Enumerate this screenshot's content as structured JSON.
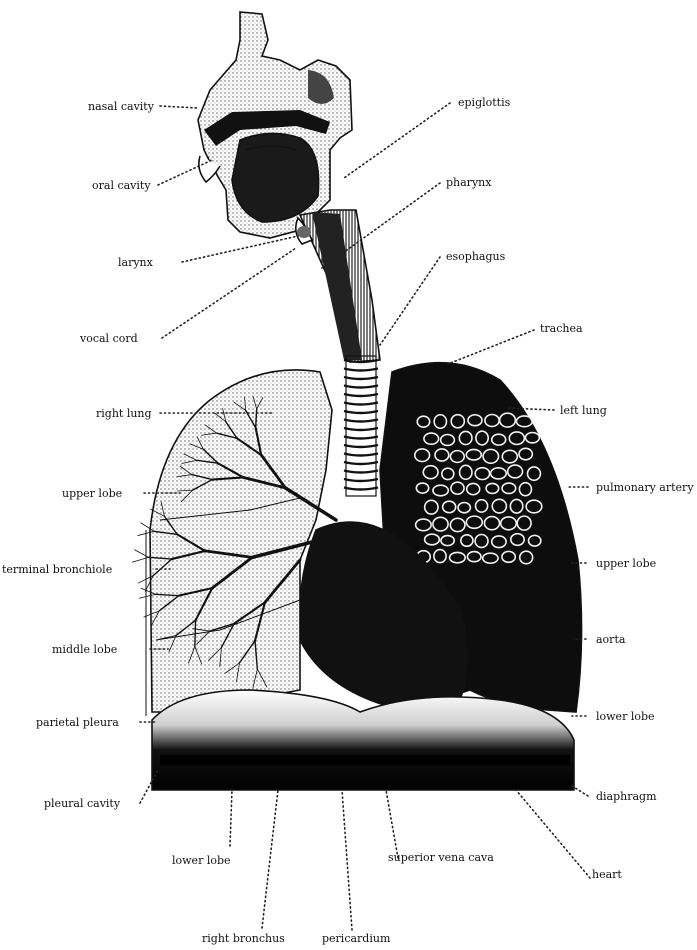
{
  "labels": {
    "nasal_cavity": "nasal cavity",
    "oral_cavity": "oral cavity",
    "larynx": "larynx",
    "vocal_cord": "vocal cord",
    "right_lung": "right lung",
    "upper_lobe_right": "upper lobe",
    "terminal_bronchiole": "terminal bronchiole",
    "middle_lobe": "middle lobe",
    "parietal_pleura": "parietal pleura",
    "pleural_cavity": "pleural cavity",
    "lower_lobe_right": "lower lobe",
    "right_bronchus": "right bronchus",
    "pericardium": "pericardium",
    "superior_vena_cava": "superior vena cava",
    "heart": "heart",
    "diaphragm": "diaphragm",
    "lower_lobe_left": "lower lobe",
    "aorta": "aorta",
    "upper_lobe_left": "upper lobe",
    "pulmonary_artery": "pulmonary artery",
    "left_lung": "left lung",
    "trachea": "trachea",
    "esophagus": "esophagus",
    "pharynx": "pharynx",
    "epiglottis": "epiglottis"
  },
  "colors": {
    "ink": "#111111",
    "paper": "#ffffff"
  }
}
